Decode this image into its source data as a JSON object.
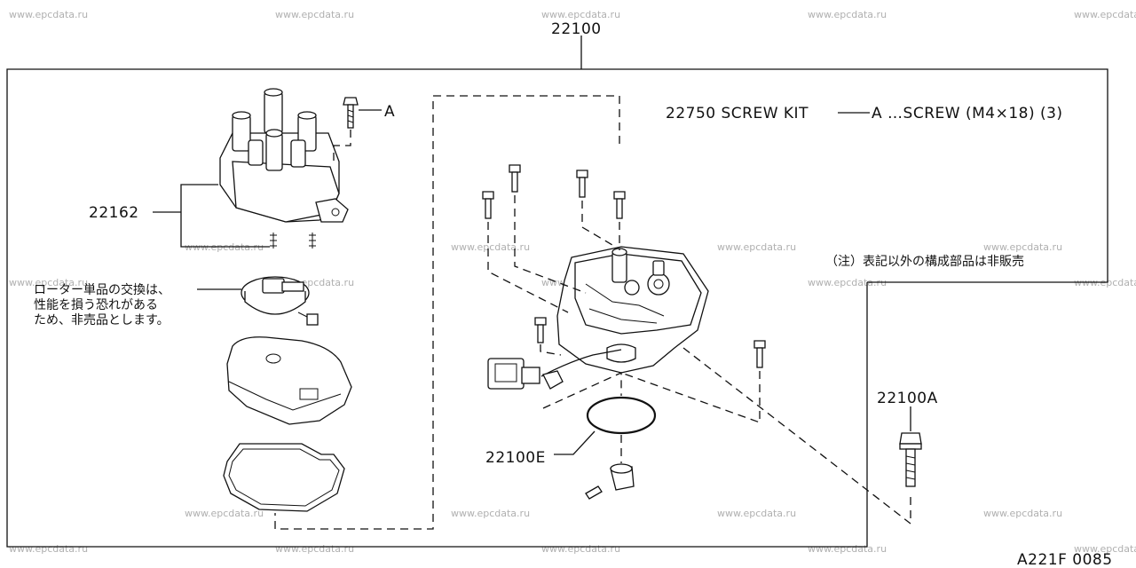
{
  "watermark": "www.epcdata.ru",
  "parts": {
    "assembly": "22100",
    "cap": "22162",
    "screw_ref": "A",
    "screw_kit": "22750 SCREW KIT",
    "screw_kit_item": "A …SCREW (M4×18) (3)",
    "oring": "22100E",
    "bolt": "22100A"
  },
  "notes": {
    "not_sold_separately": "（注）表記以外の構成部品は非販売",
    "rotor_line1": "ローター単品の交換は、",
    "rotor_line2": "性能を損う恐れがある",
    "rotor_line3": "ため、非売品とします。"
  },
  "diagram_code": "A221F 0085"
}
